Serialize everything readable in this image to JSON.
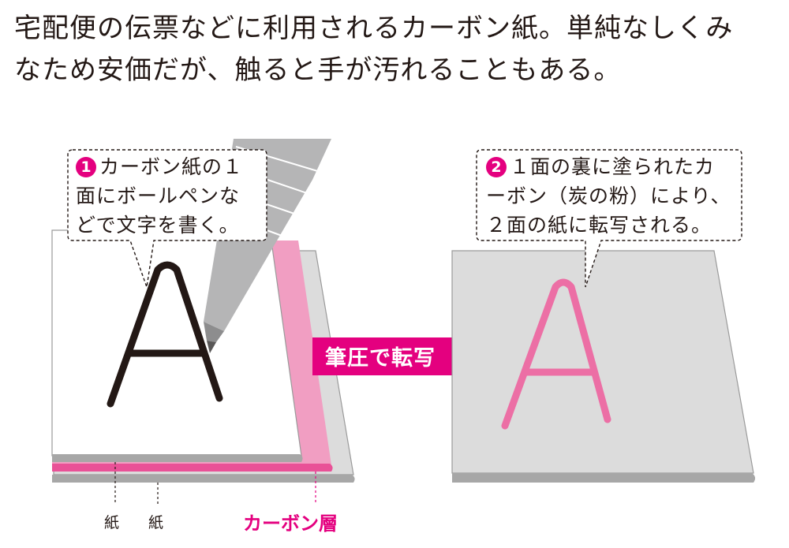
{
  "headline": {
    "line1": "宅配便の伝票などに利用されるカーボン紙。単純なしくみ",
    "line2": "なため安価だが、触ると手が汚れることもある。"
  },
  "callout1": {
    "number": "1",
    "line1": "カーボン紙の１",
    "line2": "面にボールペンな",
    "line3": "どで文字を書く。"
  },
  "callout2": {
    "number": "2",
    "line1": "１面の裏に塗られたカ",
    "line2": "ーボン（炭の粉）により、",
    "line3": "２面の紙に転写される。"
  },
  "arrow_label": "筆圧で転写",
  "letter_front": "A",
  "letter_copy": "A",
  "labels": {
    "paper1": "紙",
    "paper2": "紙",
    "carbon_layer": "カーボン層"
  },
  "colors": {
    "magenta": "#e4007f",
    "pink_layer": "#ec6fa5",
    "light_pink": "#f19ec2",
    "gray_sheet": "#dcdcdc",
    "dark_gray": "#a7a7a7",
    "ink": "#231815"
  },
  "icons": [
    "ballpoint-pen-icon",
    "right-arrow-icon"
  ]
}
